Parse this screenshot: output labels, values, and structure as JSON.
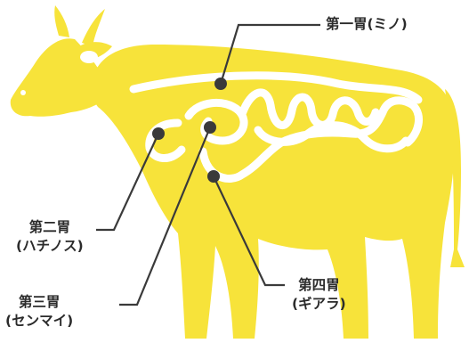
{
  "colors": {
    "body": "#f7e33a",
    "organ_outline": "#ffffff",
    "dot": "#3a3a3a",
    "line": "#3a3a3a",
    "text": "#2b2b2b",
    "background": "#ffffff"
  },
  "labels": {
    "rumen": {
      "name": "第一胃",
      "alias": "(ミノ)"
    },
    "reticulum": {
      "name": "第二胃",
      "alias": "(ハチノス)"
    },
    "omasum": {
      "name": "第三胃",
      "alias": "(センマイ)"
    },
    "abomasum": {
      "name": "第四胃",
      "alias": "(ギアラ)"
    }
  }
}
